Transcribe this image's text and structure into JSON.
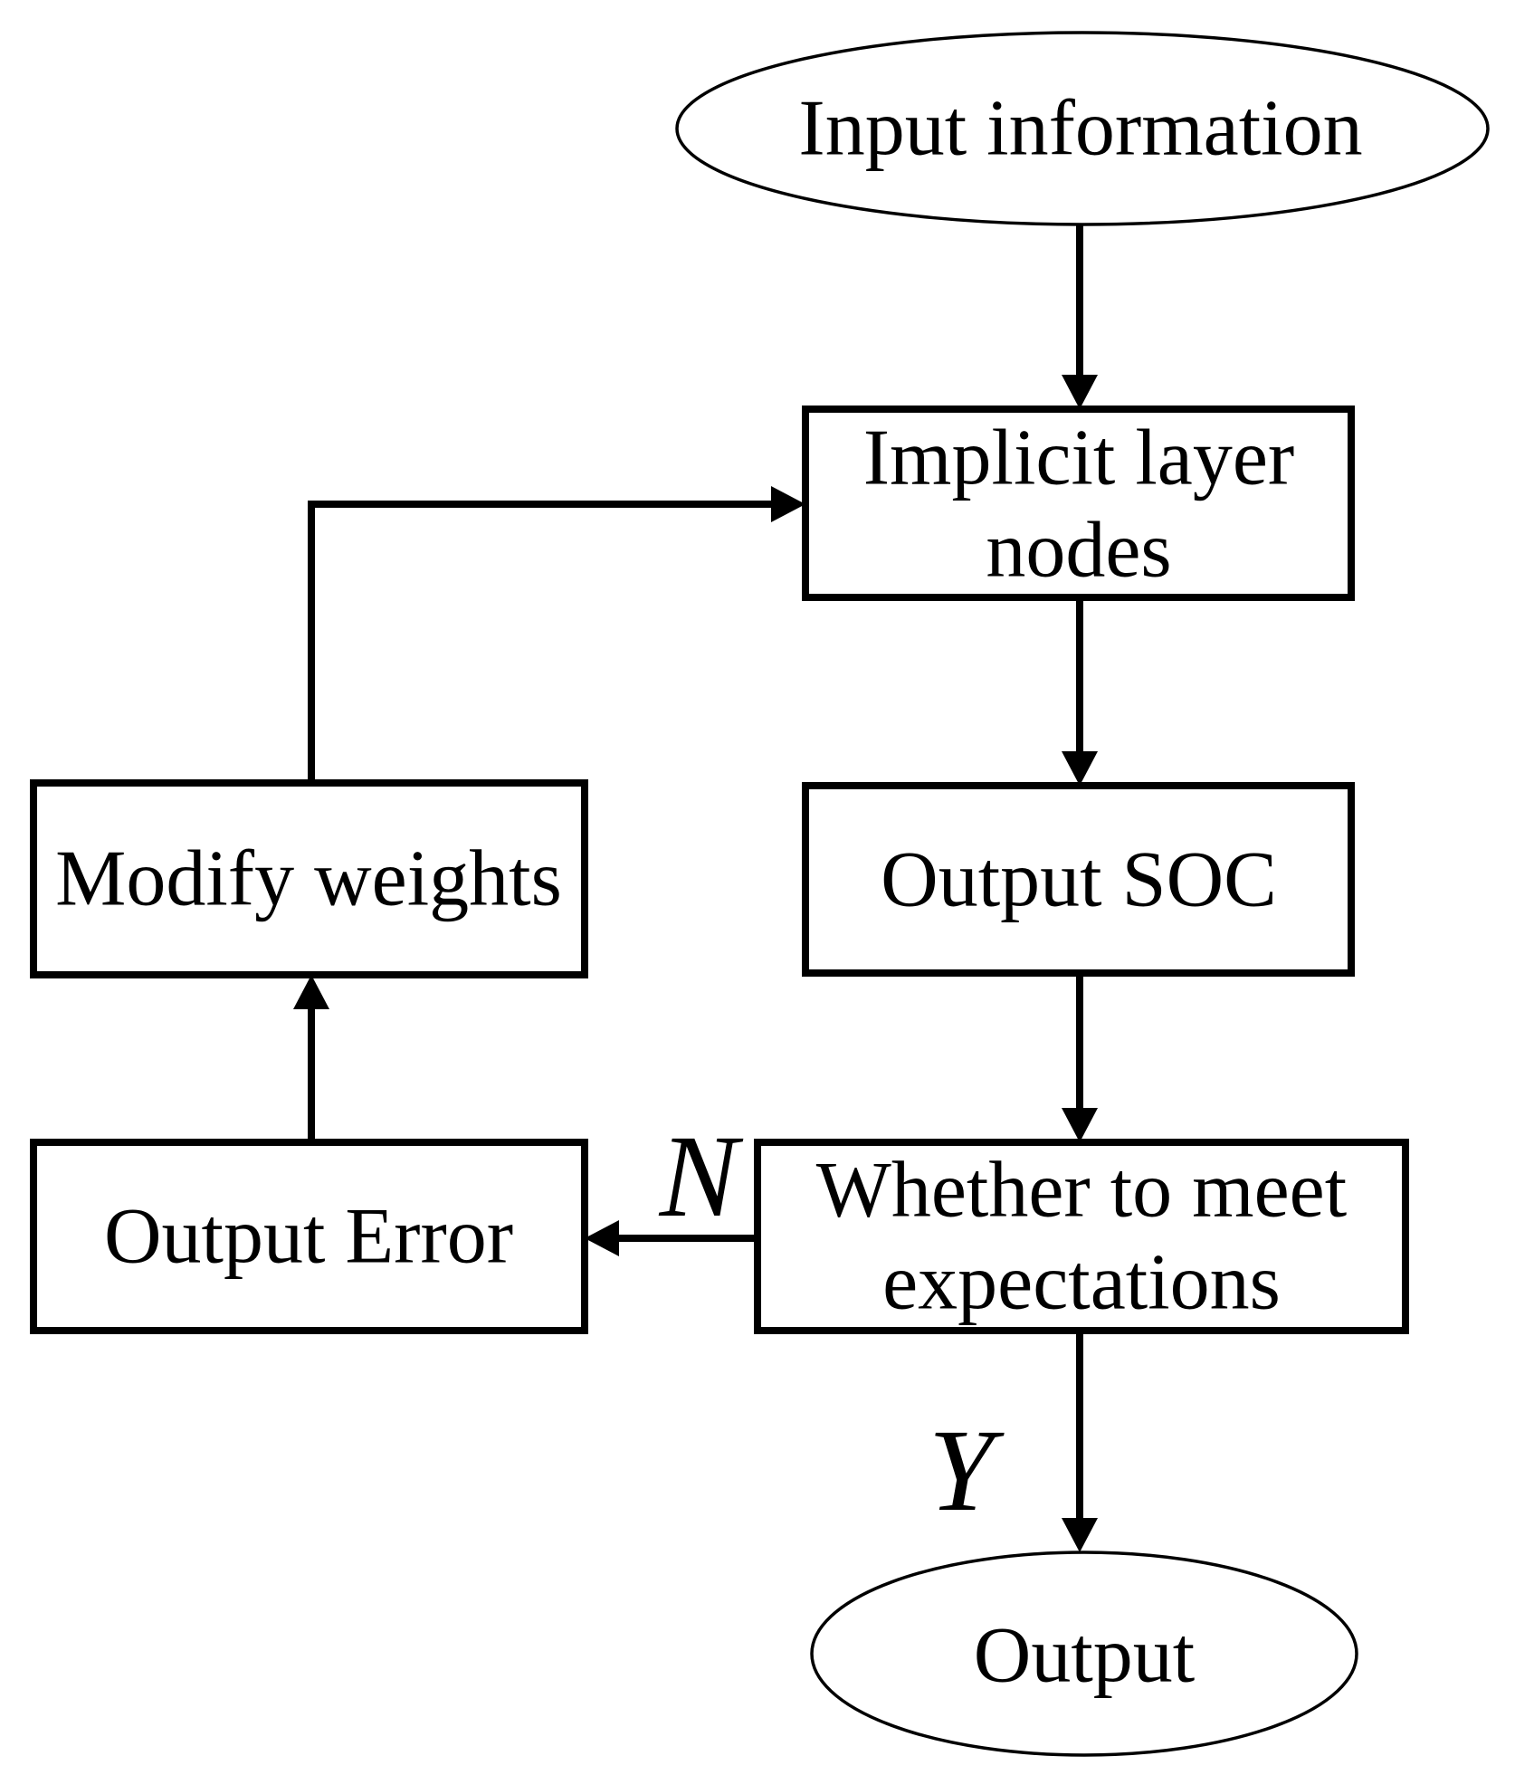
{
  "diagram": {
    "type": "flowchart",
    "colors": {
      "stroke": "#000000",
      "text": "#000000",
      "background": "#ffffff"
    },
    "nodes": {
      "input_information": {
        "shape": "ellipse",
        "label": "Input information"
      },
      "implicit_layer_nodes": {
        "shape": "rect",
        "lines": [
          "Implicit layer",
          "nodes"
        ]
      },
      "output_soc": {
        "shape": "rect",
        "label": "Output SOC"
      },
      "whether_expectations": {
        "shape": "rect",
        "lines": [
          "Whether to meet",
          "expectations"
        ]
      },
      "output_error": {
        "shape": "rect",
        "label": "Output Error"
      },
      "modify_weights": {
        "shape": "rect",
        "label": "Modify weights"
      },
      "output": {
        "shape": "ellipse",
        "label": "Output"
      }
    },
    "edges": [
      {
        "from": "input_information",
        "to": "implicit_layer_nodes",
        "label": ""
      },
      {
        "from": "implicit_layer_nodes",
        "to": "output_soc",
        "label": ""
      },
      {
        "from": "output_soc",
        "to": "whether_expectations",
        "label": ""
      },
      {
        "from": "whether_expectations",
        "to": "output_error",
        "label": "N"
      },
      {
        "from": "output_error",
        "to": "modify_weights",
        "label": ""
      },
      {
        "from": "modify_weights",
        "to": "implicit_layer_nodes",
        "label": ""
      },
      {
        "from": "whether_expectations",
        "to": "output",
        "label": "Y"
      }
    ]
  }
}
